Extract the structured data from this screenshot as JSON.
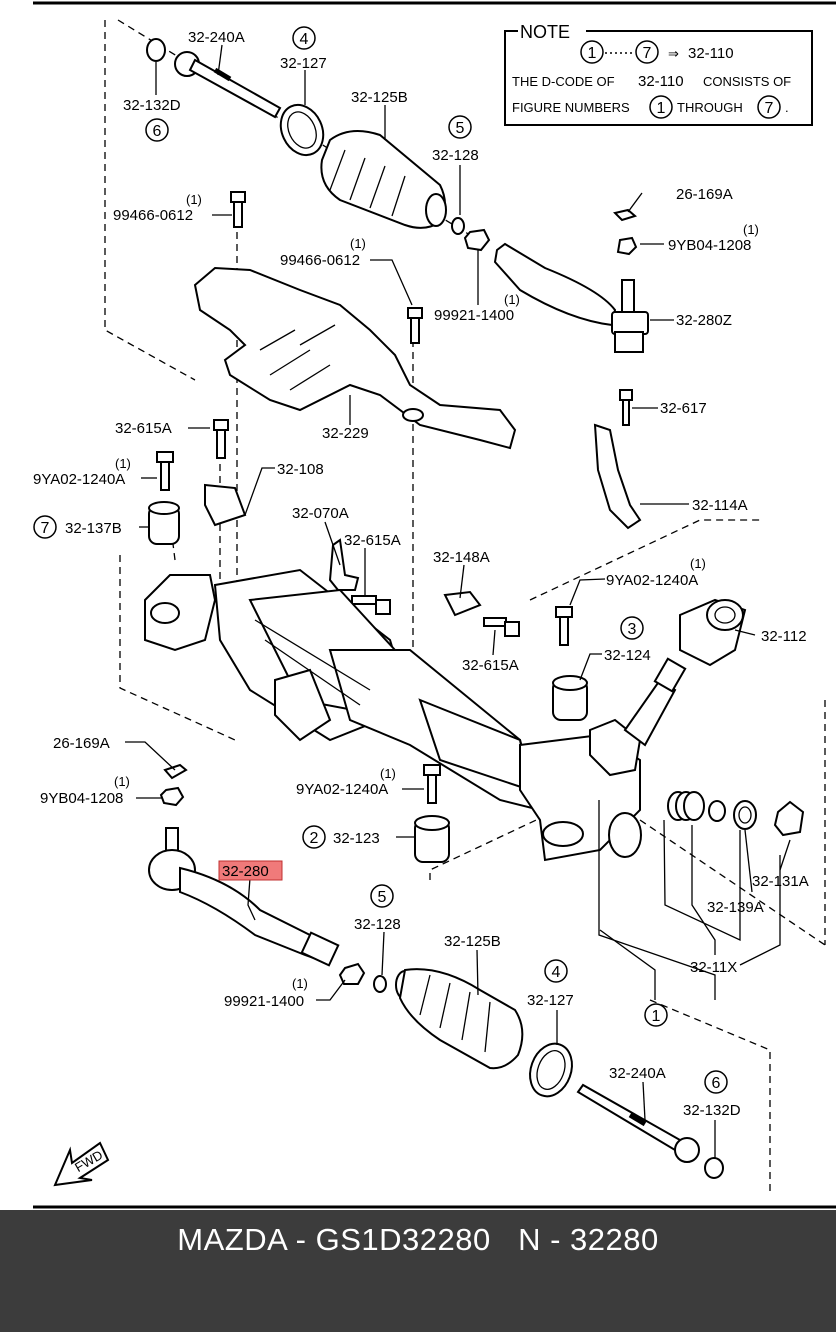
{
  "note": {
    "title": "NOTE",
    "range_from": "1",
    "range_to": "7",
    "arrow_target": "32-110",
    "line1_prefix": "THE D-CODE OF",
    "line1_code": "32-110",
    "line1_suffix": "CONSISTS OF",
    "line2_prefix": "FIGURE NUMBERS",
    "line2_mid": "THROUGH",
    "line2_from": "1",
    "line2_to": "7",
    "line2_end": "."
  },
  "labels": {
    "l_32_240A_top": "32-240A",
    "l_32_127_top": "32-127",
    "l_32_132D_top": "32-132D",
    "l_32_125B_top": "32-125B",
    "l_32_128_top": "32-128",
    "l_99466_a": "99466-0612",
    "l_99466_b": "99466-0612",
    "l_26_169A_top": "26-169A",
    "l_9YB04_top": "9YB04-1208",
    "l_99921_top": "99921-1400",
    "l_32_280Z": "32-280Z",
    "l_32_229": "32-229",
    "l_32_617": "32-617",
    "l_32_615A_a": "32-615A",
    "l_32_108": "32-108",
    "l_9YA02_a": "9YA02-1240A",
    "l_32_137B": "32-137B",
    "l_32_070A": "32-070A",
    "l_32_615A_b": "32-615A",
    "l_32_148A": "32-148A",
    "l_32_114A": "32-114A",
    "l_9YA02_b": "9YA02-1240A",
    "l_32_112": "32-112",
    "l_32_615A_c": "32-615A",
    "l_32_124": "32-124",
    "l_26_169A_bot": "26-169A",
    "l_9YB04_bot": "9YB04-1208",
    "l_9YA02_c": "9YA02-1240A",
    "l_32_123": "32-123",
    "l_32_280": "32-280",
    "l_32_131A": "32-131A",
    "l_32_139A": "32-139A",
    "l_32_128_bot": "32-128",
    "l_32_125B_bot": "32-125B",
    "l_32_11X": "32-11X",
    "l_99921_bot": "99921-1400",
    "l_32_127_bot": "32-127",
    "l_32_240A_bot": "32-240A",
    "l_32_132D_bot": "32-132D",
    "qty_1": "(1)",
    "fwd": "FWD"
  },
  "callouts": {
    "c6_top": "6",
    "c4_top": "4",
    "c5_top": "5",
    "c7": "7",
    "c3": "3",
    "c2": "2",
    "c5_bot": "5",
    "c4_bot": "4",
    "c1": "1",
    "c6_bot": "6"
  },
  "highlight": {
    "part": "32-280",
    "color": "#f07a7a"
  },
  "footer": {
    "text": "MAZDA - GS1D32280   N - 32280"
  }
}
